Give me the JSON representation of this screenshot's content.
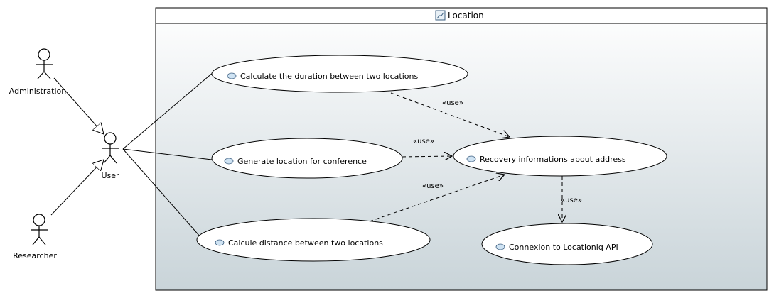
{
  "package": {
    "title": "Location"
  },
  "actors": {
    "administration": "Administration",
    "user": "User",
    "researcher": "Researcher"
  },
  "use_cases": {
    "calculate_duration": "Calculate the duration between two locations",
    "generate_location": "Generate location for conference",
    "calcule_distance": "Calcule distance between two locations",
    "recovery_informations": "Recovery informations about address",
    "connexion_locationiq": "Connexion to Locationiq API"
  },
  "stereotypes": {
    "use_1": "«use»",
    "use_2": "«use»",
    "use_3": "«use»",
    "use_4": "«use»"
  },
  "colors": {
    "boundary_gradient_top": "#ffffff",
    "boundary_gradient_bottom": "#c9d4d9",
    "usecase_icon_fill": "#cfe3f3",
    "usecase_icon_stroke": "#3d5f80"
  }
}
